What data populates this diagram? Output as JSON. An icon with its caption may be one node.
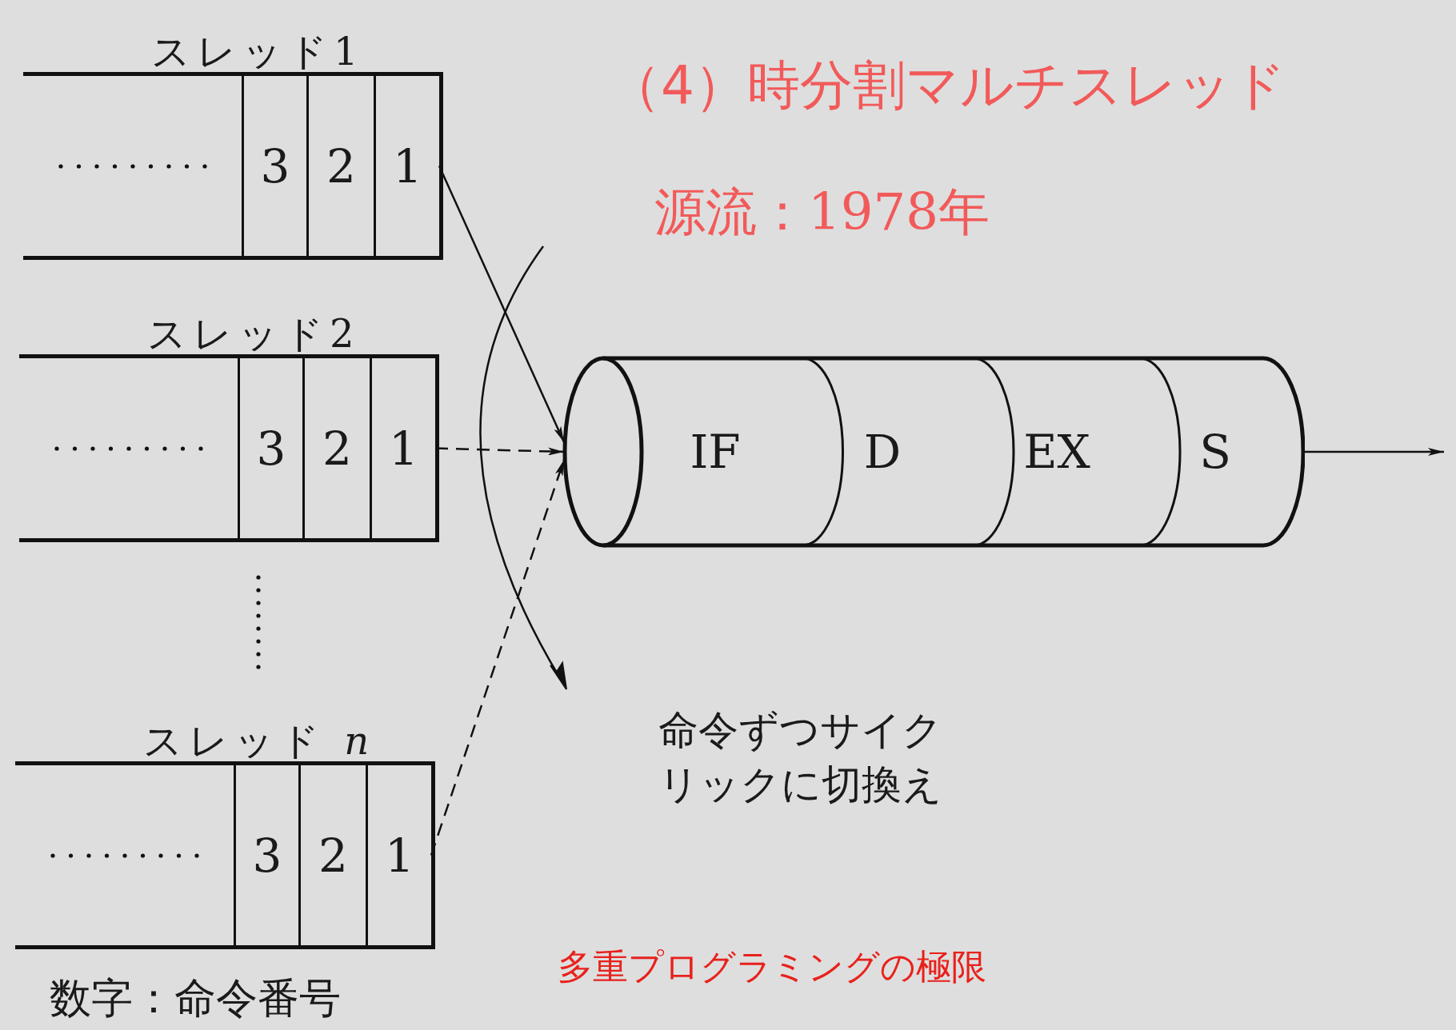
{
  "diagram": {
    "title": "（4）時分割マルチスレッド",
    "nodes": [
      {
        "text": [
          "スレッド1"
        ]
      },
      {
        "text": [
          "3"
        ],
        "in": 0
      },
      {
        "text": [
          "2"
        ],
        "in": 0
      },
      {
        "text": [
          "1"
        ],
        "in": 0
      },
      {
        "text": [
          "スレッド2"
        ]
      },
      {
        "text": [
          "3"
        ],
        "in": 4
      },
      {
        "text": [
          "2"
        ],
        "in": 4
      },
      {
        "text": [
          "1"
        ],
        "in": 4
      },
      {
        "text": [
          "スレッド *n*"
        ]
      },
      {
        "text": [
          "3"
        ],
        "in": 8
      },
      {
        "text": [
          "2"
        ],
        "in": 8
      },
      {
        "text": [
          "1"
        ],
        "in": 8
      },
      {
        "text": [],
        "shape": "cylinder"
      },
      {
        "text": [
          "IF"
        ],
        "in": 12
      },
      {
        "text": [
          "D"
        ],
        "in": 12
      },
      {
        "text": [
          "EX"
        ],
        "in": 12
      },
      {
        "text": [
          "S"
        ],
        "in": 12
      }
    ],
    "edges": [
      {
        "from": 3,
        "to": 12,
        "arrow": "to"
      },
      {
        "from": 7,
        "to": 12,
        "arrow": "to",
        "style": "dashed"
      },
      {
        "from": 11,
        "to": 12,
        "arrow": "to",
        "style": "dashed"
      },
      {
        "from": 12,
        "to": null,
        "arrow": "to"
      }
    ],
    "labels": [
      "源流：1978年",
      "命令ずつサイクリックに切換え",
      "数字：命令番号",
      "多重プログラミングの極限"
    ]
  }
}
